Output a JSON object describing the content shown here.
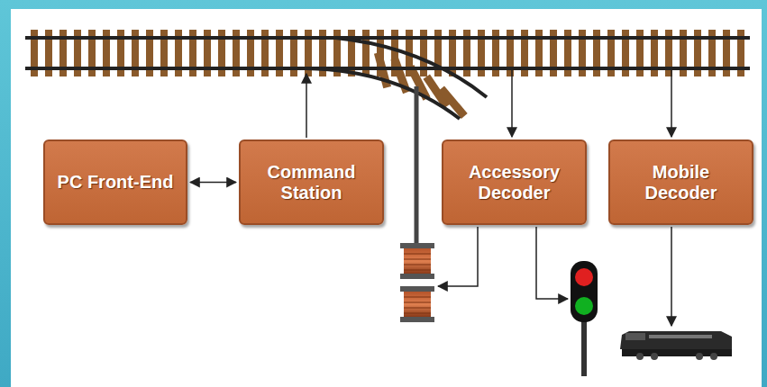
{
  "diagram": {
    "nodes": [
      {
        "text": [
          "PC Front-End"
        ]
      },
      {
        "text": [
          "Command Station"
        ]
      },
      {
        "text": [
          "Accessory Decoder"
        ]
      },
      {
        "text": [
          "Mobile Decoder"
        ]
      }
    ],
    "edges": [
      {
        "from": 0,
        "to": 1,
        "arrow": "both"
      }
    ]
  }
}
